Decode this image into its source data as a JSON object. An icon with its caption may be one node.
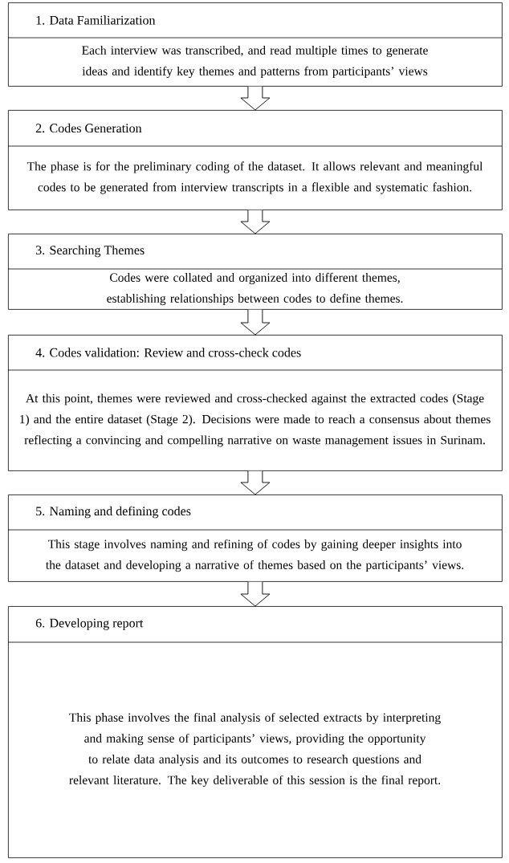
{
  "diagram": {
    "nodes": [
      {
        "text": [
          "1. Data Familiarization",
          "Each interview was transcribed, and read multiple times to generate ideas and identify key themes and patterns from participants’ views"
        ]
      },
      {
        "text": [
          "2. Codes Generation",
          "The phase is for the preliminary coding of the dataset. It allows relevant and meaningful codes to be generated from interview transcripts in a flexible and systematic fashion."
        ]
      },
      {
        "text": [
          "3. Searching Themes",
          "Codes were collated and organized into different themes, establishing relationships between codes to define themes."
        ]
      },
      {
        "text": [
          "4. Codes validation: Review and cross-check codes",
          "At this point, themes were reviewed and cross-checked against the extracted codes (Stage 1) and the entire dataset (Stage 2). Decisions were made to reach a consensus about themes reflecting a convincing and compelling narrative on waste management issues in Surinam."
        ]
      },
      {
        "text": [
          "5. Naming and defining codes",
          "This stage involves naming and refining of codes by gaining deeper insights into the dataset and developing a narrative of themes based on the participants’ views."
        ]
      },
      {
        "text": [
          "6. Developing report",
          "This phase involves the final analysis of selected extracts by interpreting and making sense of participants’ views, providing the opportunity to relate data analysis and its outcomes to research questions and relevant literature. The key deliverable of this session is the final report."
        ]
      }
    ],
    "edges": [
      {
        "from": 0,
        "to": 1,
        "arrow": "to"
      },
      {
        "from": 1,
        "to": 2,
        "arrow": "to"
      },
      {
        "from": 2,
        "to": 3,
        "arrow": "to"
      },
      {
        "from": 3,
        "to": 4,
        "arrow": "to"
      },
      {
        "from": 4,
        "to": 5,
        "arrow": "to"
      }
    ]
  }
}
